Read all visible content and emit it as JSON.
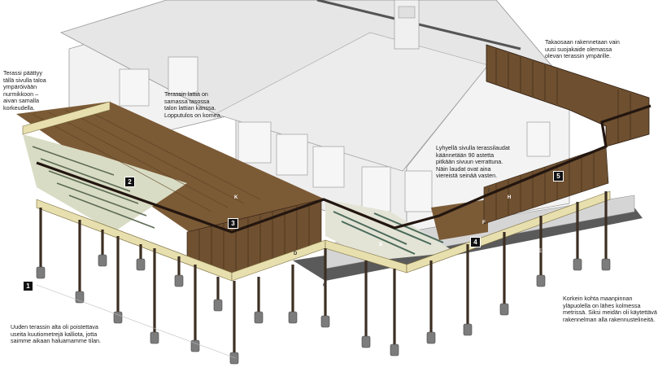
{
  "colors": {
    "house_wall": "#f0f0f0",
    "roof": "#e8e8e8",
    "deck_brown": "#7a5a36",
    "joist_yellow": "#e8dfae",
    "post_dark": "#4a3b2c",
    "footing_gray": "#8a8a8a",
    "outline": "#231610"
  },
  "annotations": {
    "left_top": "Terassi päättyy\ntällä sivulla taloa\nympäröivään\nnurmikkoon –\naivan samalla\nkorkeudella.",
    "floor_level": "Terassin lattia on\nsamassa tasossa\ntalon lattian kanssa.\nLopputulos on komea.",
    "back_wall": "Takaosaan rakennetaan vain\nuusi suojakaide olemassa\nolevan terassin ympärille.",
    "short_side": "Lyhyellä sivulla terassilaudat\nkäännetään 90 astetta\npitkään sivuun verrattuna.\nNäin laudat ovat aina\nviereistä seinää vasten.",
    "rock_removal": "Uuden terassin alta oli poistettava\nuseita kuutiometrejä kalliota, jotta\nsaimme aikaan haluamamme tilan.",
    "high_point": "Korkein kohta maanpinnan\nyläpuolella on lähes kolmessa\nmetrissä. Siksi meidän oli käytettävä\nrakennelman alla rakennustelineitä."
  },
  "badges": [
    "1",
    "2",
    "3",
    "4",
    "5"
  ],
  "letters": [
    "K",
    "D",
    "C",
    "B",
    "F",
    "H",
    "E",
    "I"
  ]
}
